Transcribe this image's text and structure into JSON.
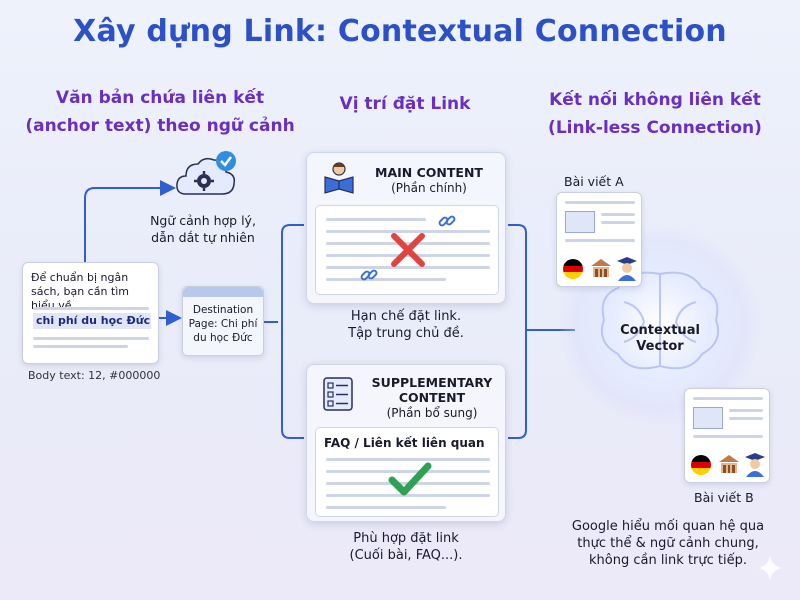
{
  "title": "Xây dựng Link: Contextual Connection",
  "columns": {
    "anchor": "Văn bản chứa liên kết\n(anchor text) theo ngữ cảnh",
    "placement": "Vị trí đặt Link",
    "linkless": "Kết nối không liên kết\n(Link-less Connection)"
  },
  "anchor_section": {
    "body_text": "Để chuẩn bị ngân sách, bạn cần tìm hiểu về...",
    "anchor_link": "chi phí du học Đức",
    "caption": "Body text: 12, #000000",
    "context_note": "Ngữ cảnh hợp lý,\ndẫn dắt tự nhiên",
    "destination": "Destination Page: Chi phí du học Đức"
  },
  "placement_section": {
    "main": {
      "title": "MAIN CONTENT",
      "subtitle": "(Phần chính)",
      "note": "Hạn chế đặt link.\nTập trung chủ đề."
    },
    "supplementary": {
      "title": "SUPPLEMENTARY\nCONTENT",
      "subtitle": "(Phần bổ sung)",
      "box_label": "FAQ / Liên kết liên quan",
      "note": "Phù hợp đặt link\n(Cuối bài, FAQ...)."
    }
  },
  "linkless_section": {
    "article_a": "Bài viết A",
    "article_b": "Bài viết B",
    "vector_label": "Contextual\nVector",
    "note": "Google hiểu mối quan hệ qua\nthực thể & ngữ cảnh chung,\nkhông cần link trực tiếp."
  },
  "colors": {
    "title": "#2b50c8",
    "column_title": "#6a2fc0",
    "connector": "#2f5fd0",
    "cross": "#e0443e",
    "check": "#2fa152"
  }
}
